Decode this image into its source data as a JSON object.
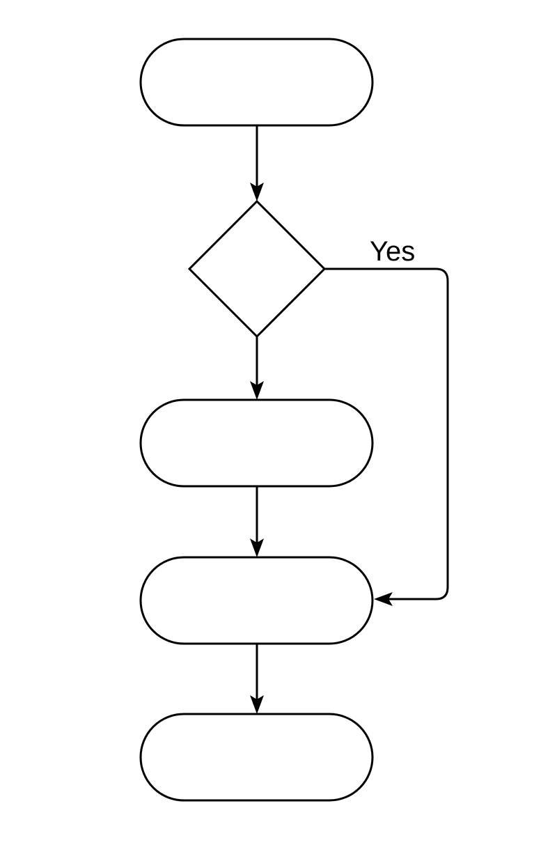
{
  "diagram": {
    "type": "flowchart",
    "nodes": [
      {
        "id": "start",
        "shape": "terminator",
        "label": ""
      },
      {
        "id": "decision",
        "shape": "decision",
        "label": ""
      },
      {
        "id": "step-a",
        "shape": "terminator",
        "label": ""
      },
      {
        "id": "step-b",
        "shape": "terminator",
        "label": ""
      },
      {
        "id": "end",
        "shape": "terminator",
        "label": ""
      }
    ],
    "edges": [
      {
        "from": "start",
        "to": "decision",
        "label": ""
      },
      {
        "from": "decision",
        "to": "step-a",
        "label": ""
      },
      {
        "from": "decision",
        "to": "step-b",
        "label": "Yes"
      },
      {
        "from": "step-a",
        "to": "step-b",
        "label": ""
      },
      {
        "from": "step-b",
        "to": "end",
        "label": ""
      }
    ],
    "colors": {
      "stroke": "#000000",
      "background": "#ffffff"
    }
  }
}
